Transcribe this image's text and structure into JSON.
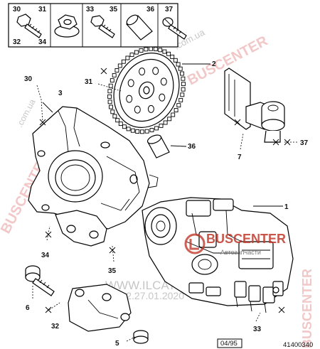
{
  "legend": {
    "items": [
      "30",
      "31",
      "32",
      "34",
      "33",
      "35",
      "36",
      "37"
    ]
  },
  "callouts": {
    "c1": "1",
    "c2": "2",
    "c3": "3",
    "c5": "5",
    "c6": "6",
    "c7": "7",
    "c30": "30",
    "c31": "31",
    "c32": "32",
    "c33": "33",
    "c34": "34",
    "c35": "35",
    "c36": "36",
    "c37": "37"
  },
  "footer": {
    "date_code": "04/95",
    "ref_code": "41400340"
  },
  "watermarks": {
    "bus_center_right": "BUSCENTER",
    "bus_center_top": "BUSCENTER",
    "bus_center_left": "BUSCENTER",
    "com_ua_top": ".com.ua",
    "com_ua_right": ".com.ua",
    "ilcats": "WWW.ILCATS.RU",
    "ilcats_date": "10.12.27.01.2020",
    "logo_name": "BUSCENTER",
    "logo_sub": "Автозапчасти"
  }
}
